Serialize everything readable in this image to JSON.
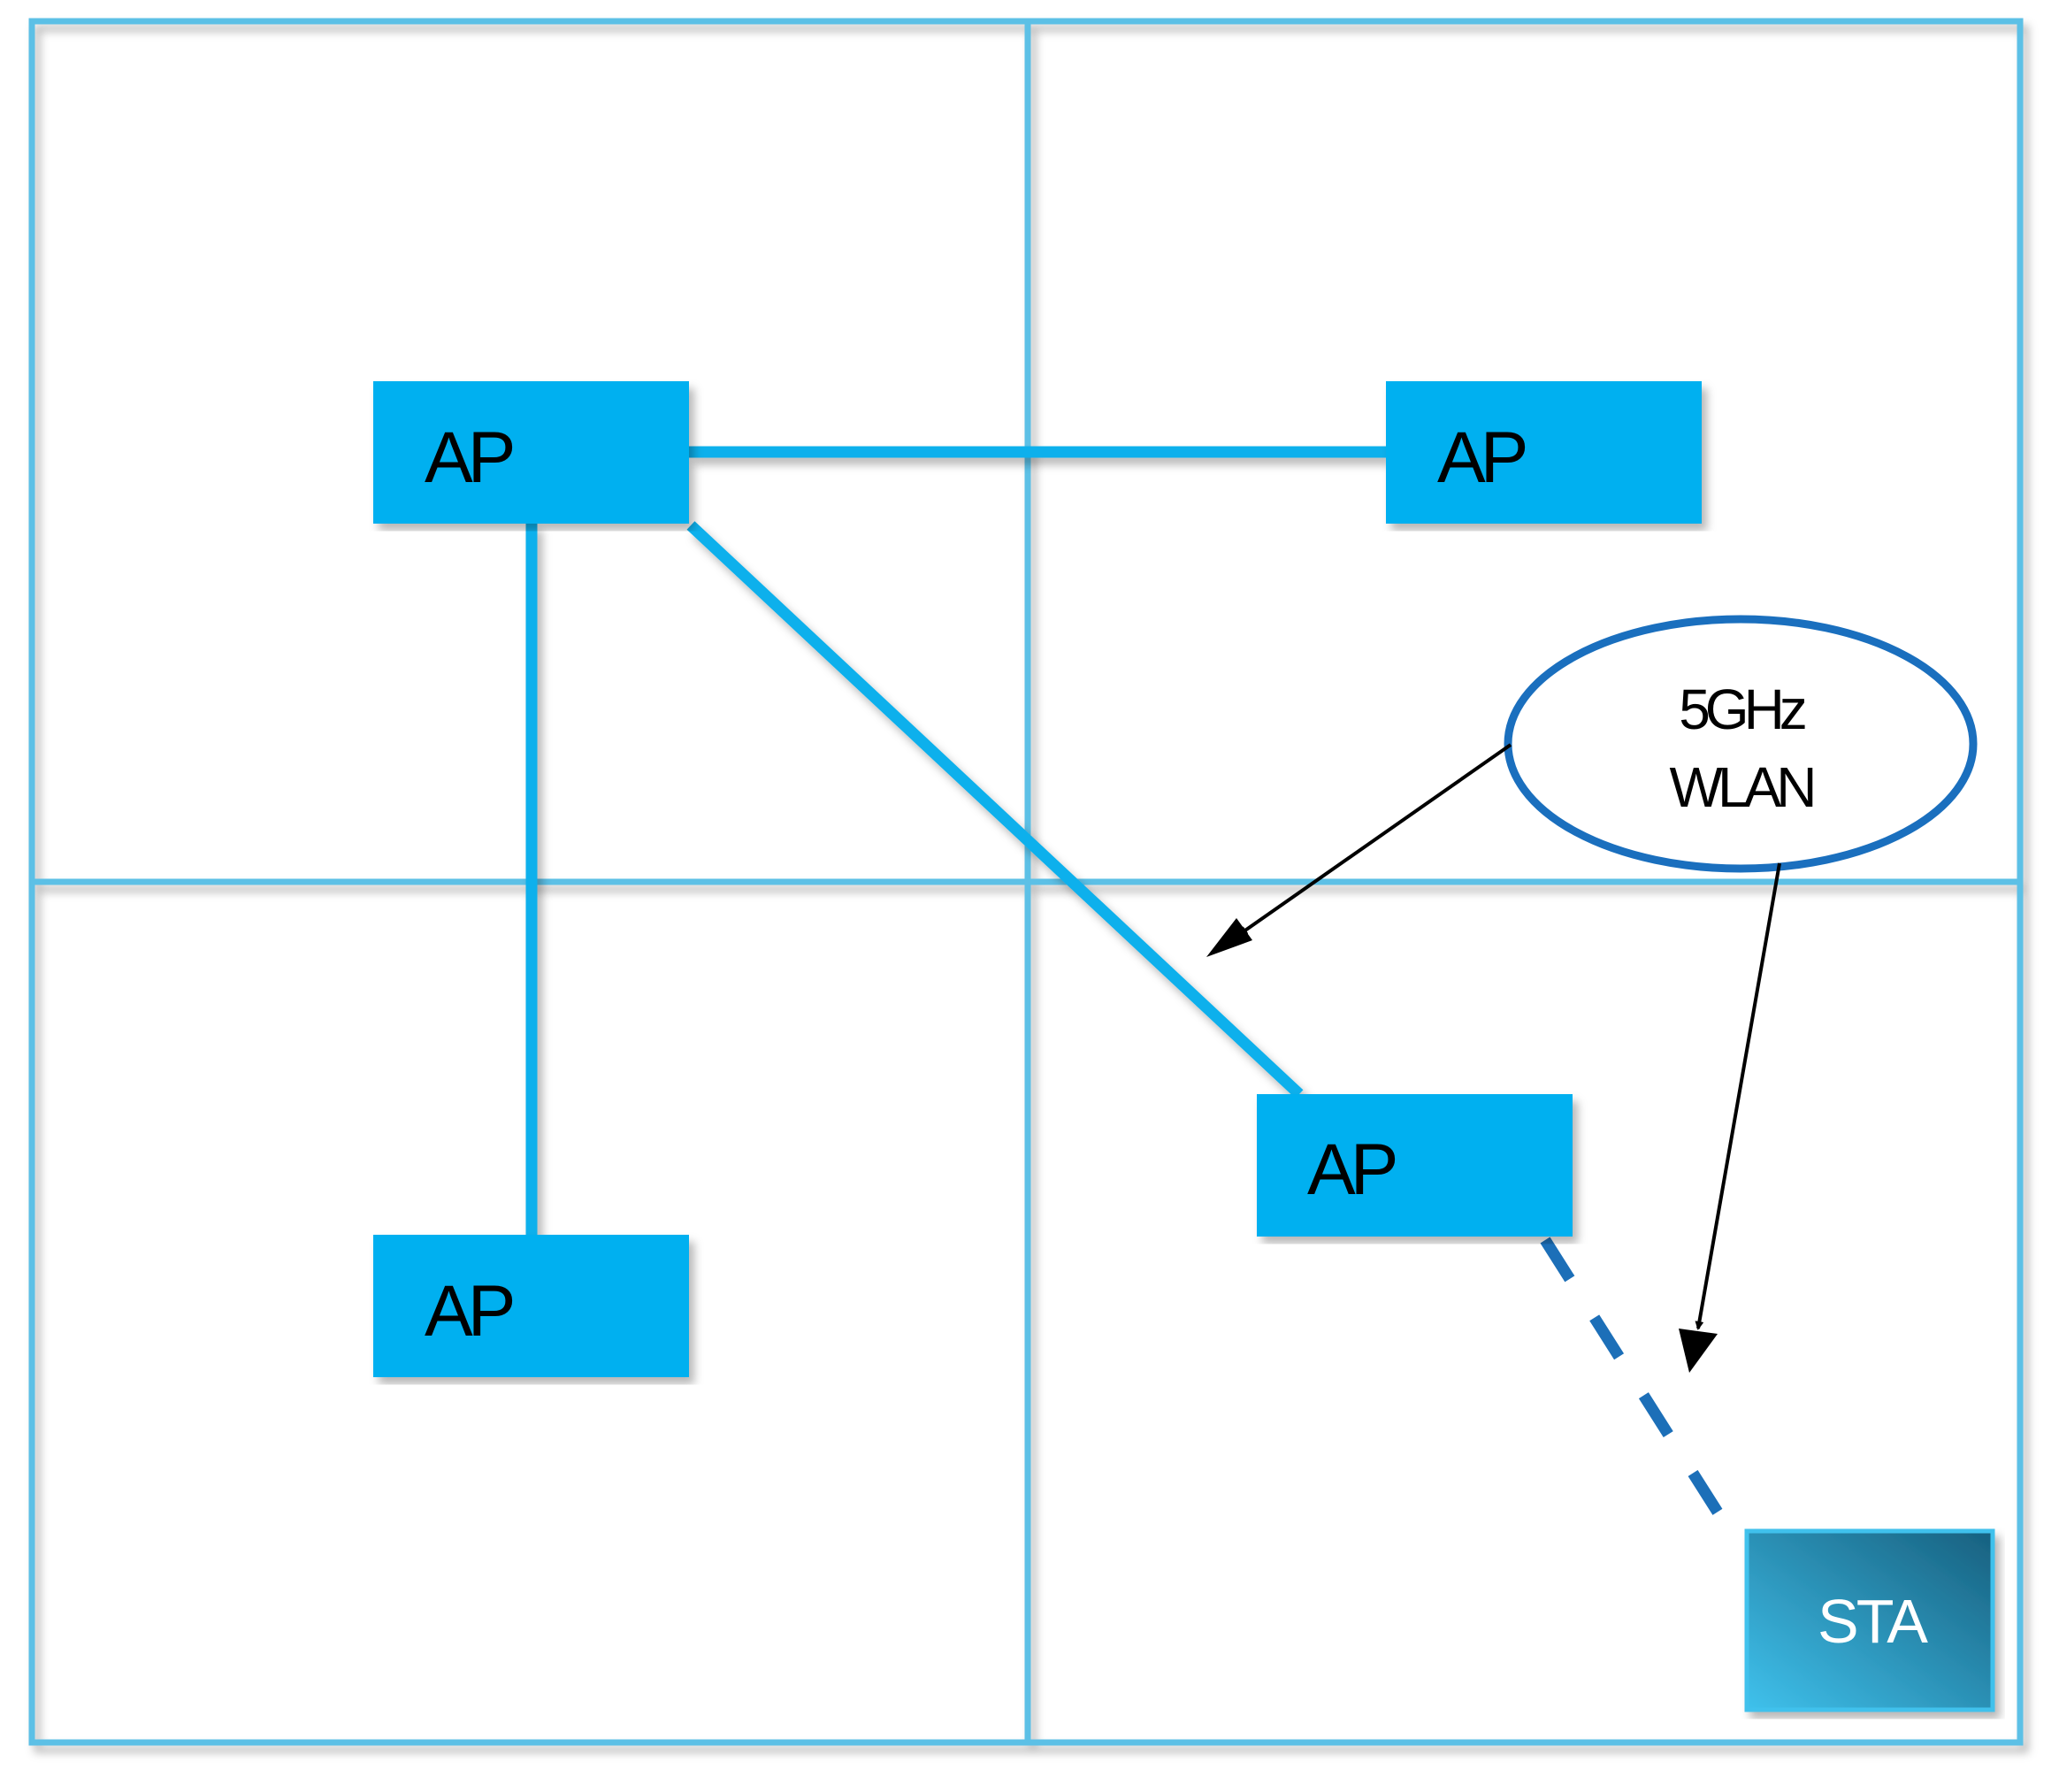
{
  "colors": {
    "grid": "#5BC0E6",
    "ap_fill": "#00B0F0",
    "link": "#0FB0EC",
    "dashed_link": "#1C6FB8",
    "ellipse_stroke": "#1A6FBE",
    "sta_dark": "#1A6A8C",
    "sta_light": "#38B8E4",
    "arrow": "#000000"
  },
  "access_points": [
    {
      "label": "AP"
    },
    {
      "label": "AP"
    },
    {
      "label": "AP"
    },
    {
      "label": "AP"
    }
  ],
  "ellipse": {
    "line1": "5GHz",
    "line2": "WLAN"
  },
  "station": {
    "label": "STA"
  }
}
